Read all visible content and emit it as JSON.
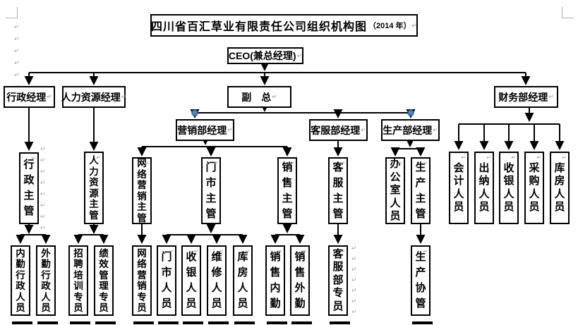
{
  "title": {
    "main": "四川省百汇草业有限责任公司组织机构图",
    "year": "（2014 年）"
  },
  "nodes": {
    "ceo": "CEO(兼总经理)",
    "admin_mgr": "行政经理",
    "hr_mgr": "人力资源经理",
    "deputy_gm": "副　总",
    "finance_mgr": "财务部经理",
    "marketing_mgr": "营销部经理",
    "service_mgr": "客服部经理",
    "production_mgr": "生产部经理",
    "admin_sup": "行政主管",
    "hr_sup": "人力资源主管",
    "online_marketing_sup": "网络营销主管",
    "store_sup": "门市主管",
    "sales_sup": "销售主管",
    "service_sup": "客服主管",
    "office_staff": "办公室人员",
    "production_sup": "生产主管",
    "accounting_staff": "会计人员",
    "disbursement_staff": "出纳人员",
    "finance_cashier_staff": "收银人员",
    "purchasing_staff": "采购人员",
    "finance_warehouse_staff": "库房人员",
    "internal_admin_staff": "内勤行政人员",
    "external_admin_staff": "外勤行政人员",
    "recruit_training_spec": "招聘培训专员",
    "performance_mgmt_spec": "绩效管理专员",
    "online_marketing_spec": "网络营销专员",
    "store_staff": "门市人员",
    "cashier_staff": "收银人员",
    "repair_staff": "维修人员",
    "warehouse_staff": "库房人员",
    "sales_internal_staff": "销售内勤",
    "sales_external_staff": "销售外勤",
    "service_dept_spec": "客服部专员",
    "production_assistant": "生产协管"
  },
  "marks": {
    "return": "↵",
    "col_a": "↵\n↵\n↵\n↵\n↵\n↵",
    "col_b": "↵\n↵\n↵\n↵\n↵\n↵\n↵\n↵",
    "col_c": "↵\n↵\n↵\n↵\n↵\n↵\n↵"
  },
  "colors": {
    "line": "#000000",
    "handle_blue": "#4f81bd",
    "handle_blue_border": "#1f4e79",
    "mark_gray": "#a3a3a3"
  }
}
